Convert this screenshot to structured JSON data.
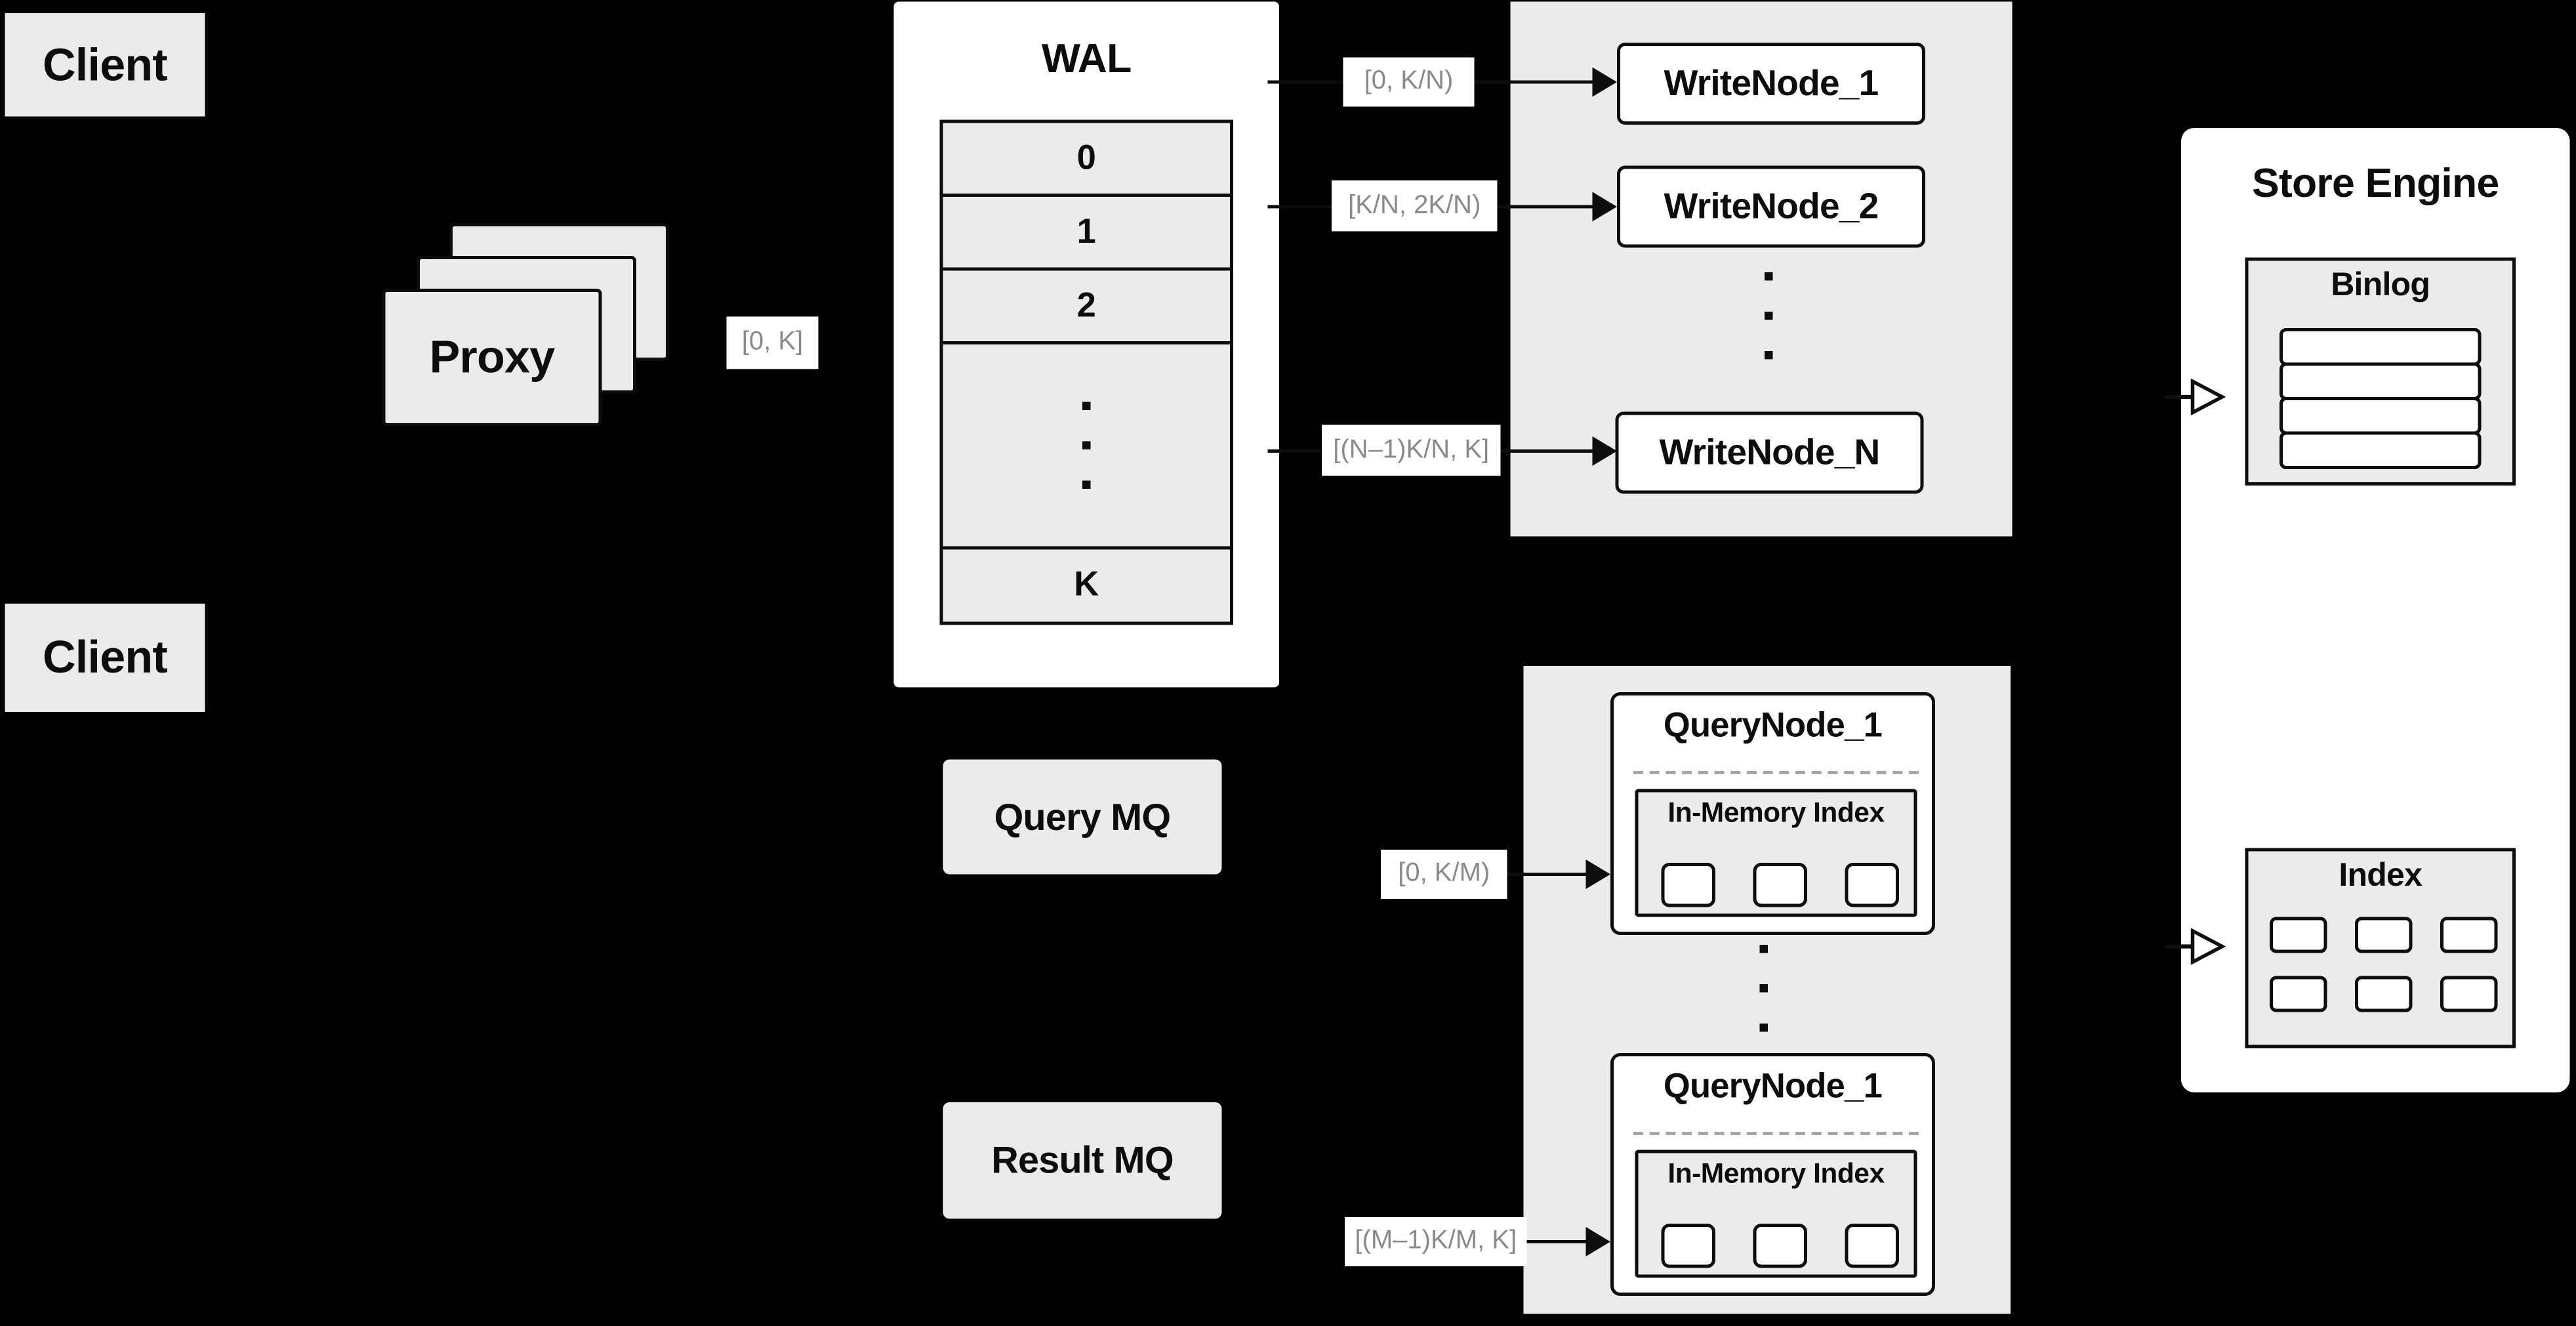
{
  "colors": {
    "bg": "#000000",
    "fill": "#ebebeb",
    "white": "#ffffff",
    "ink": "#0d0d0d",
    "muted": "#8a8a8a",
    "dash": "#a6a6a6"
  },
  "clients": {
    "top": "Client",
    "bottom": "Client"
  },
  "proxy": {
    "label": "Proxy"
  },
  "range_labels": {
    "proxy_to_wal": "[0, K]",
    "write_1": "[0, K/N)",
    "write_2": "[K/N, 2K/N)",
    "write_n": "[(N–1)K/N, K]",
    "query_first": "[0, K/M)",
    "query_last": "[(M–1)K/M, K]"
  },
  "wal": {
    "title": "WAL",
    "rows": [
      "0",
      "1",
      "2"
    ],
    "last_row": "K"
  },
  "write_nodes": {
    "items": [
      "WriteNode_1",
      "WriteNode_2",
      "WriteNode_N"
    ]
  },
  "store_engine": {
    "title": "Store Engine",
    "binlog": {
      "title": "Binlog",
      "row_count": 4
    },
    "index": {
      "title": "Index",
      "cell_count": 6
    }
  },
  "mq": {
    "query": "Query MQ",
    "result": "Result MQ"
  },
  "query_nodes": {
    "items": [
      {
        "title": "QueryNode_1",
        "memory_title": "In-Memory Index",
        "cell_count": 3
      },
      {
        "title": "QueryNode_1",
        "memory_title": "In-Memory Index",
        "cell_count": 3
      }
    ]
  },
  "icons": {
    "solid_arrowhead": "right-filled-triangle",
    "open_arrowhead": "right-open-triangle",
    "ellipsis": "vertical-dots"
  }
}
